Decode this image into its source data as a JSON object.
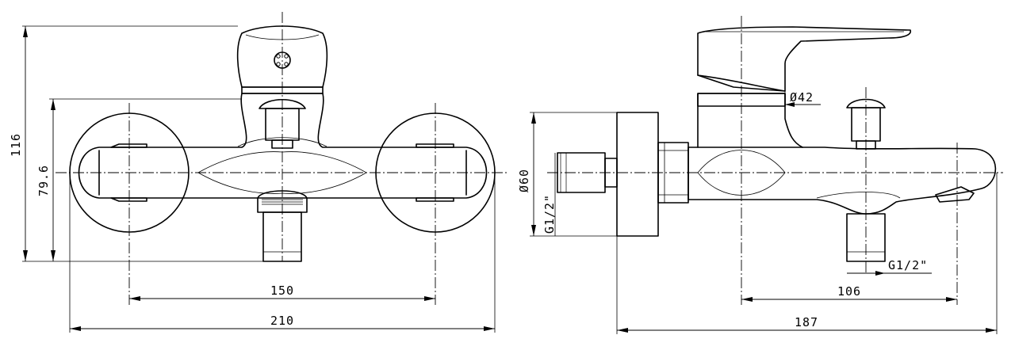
{
  "front_view": {
    "dimensions": {
      "total_height": "116",
      "body_height": "79.6",
      "inlet_spacing": "150",
      "total_width": "210"
    }
  },
  "side_view": {
    "dimensions": {
      "rosette_diameter": "60",
      "cartridge_diameter": "42",
      "inlet_thread": "G1/2\"",
      "outlet_thread": "G1/2\"",
      "spout_offset": "106",
      "total_depth": "187"
    },
    "diameter_symbol": "Ø"
  }
}
